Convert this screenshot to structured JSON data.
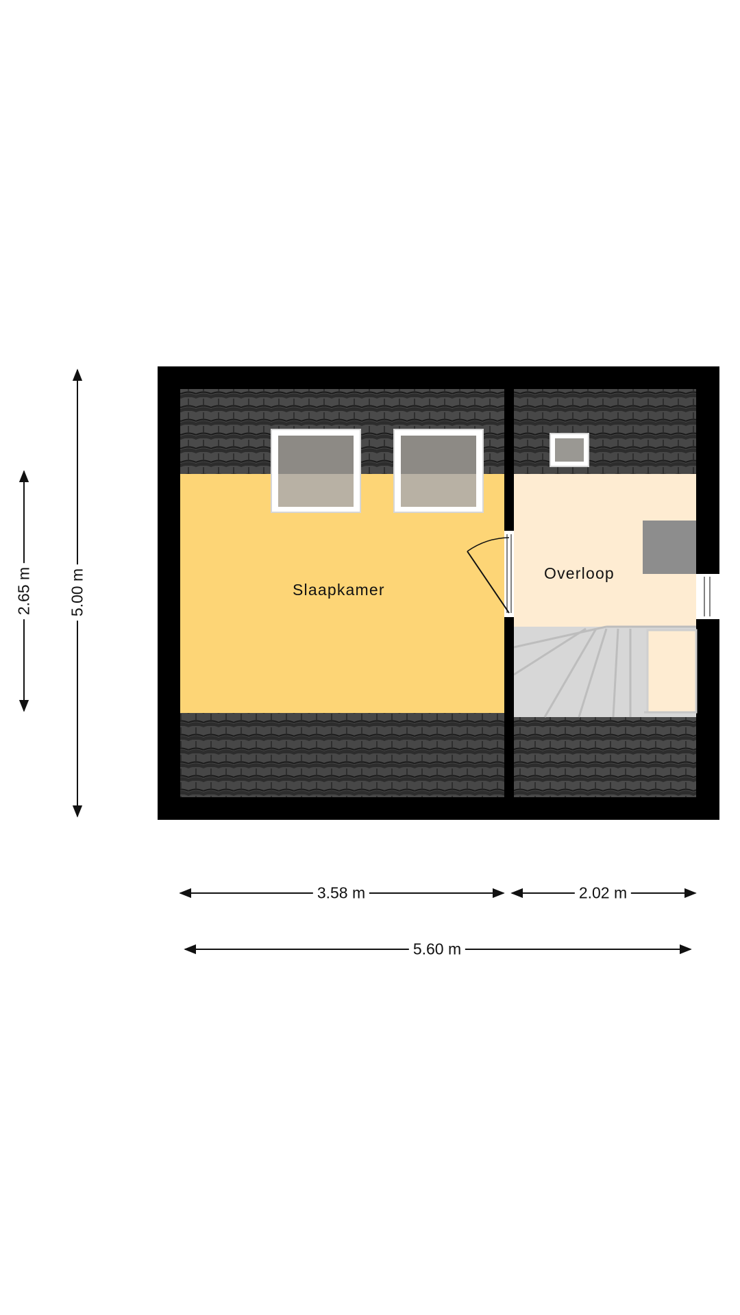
{
  "rooms": {
    "bedroom": "Slaapkamer",
    "landing": "Overloop"
  },
  "dimensions": {
    "height_total": "5.00 m",
    "height_room": "2.65 m",
    "width_bedroom": "3.58 m",
    "width_landing": "2.02 m",
    "width_total": "5.60 m"
  },
  "colors": {
    "outer_wall": "#000000",
    "roof_tiles": "#3a3a3a",
    "bedroom_floor": "#fdd576",
    "landing_floor": "#feecd2",
    "stairs": "#d7d7d7",
    "skylight_glass": "#c4bdad",
    "closet": "#8d8d8d"
  },
  "icons": {
    "skylight": "skylight-icon",
    "door": "door-swing-icon",
    "window": "window-icon",
    "stairs": "staircase-icon"
  }
}
